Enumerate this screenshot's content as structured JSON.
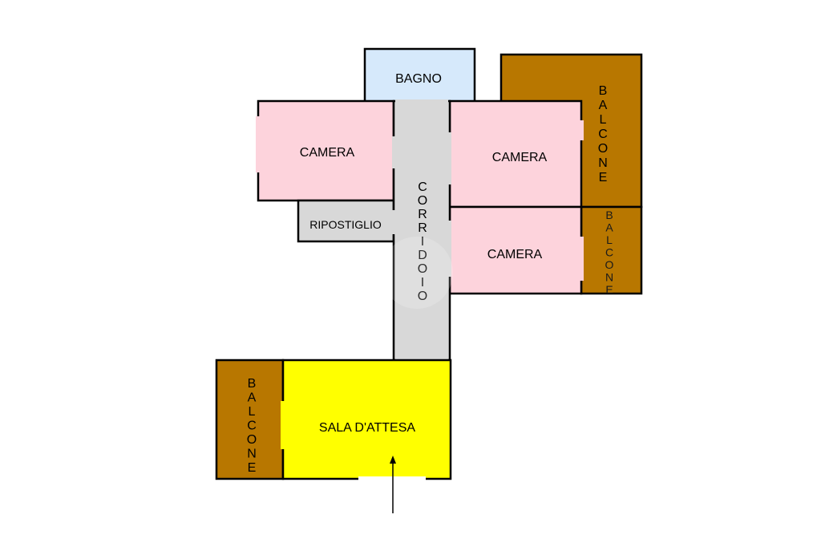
{
  "colors": {
    "bagno": "#d6e9fb",
    "camera": "#fdd3dc",
    "balcone": "#b87700",
    "corridoio": "#d8d8d8",
    "ripostiglio": "#d8d8d8",
    "sala": "#ffff00",
    "wall": "#000000"
  },
  "rooms": {
    "bagno": "BAGNO",
    "camera_left": "CAMERA",
    "camera_right_top": "CAMERA",
    "camera_right_bottom": "CAMERA",
    "ripostiglio": "RIPOSTIGLIO",
    "corridoio": "CORRIDOIO",
    "balcone_top_right": "BALCONE",
    "balcone_mid_right": "BALCONE",
    "balcone_bottom_left": "BALCONE",
    "sala": "SALA D'ATTESA"
  },
  "icons": {
    "entrance": "entrance-arrow-icon"
  }
}
